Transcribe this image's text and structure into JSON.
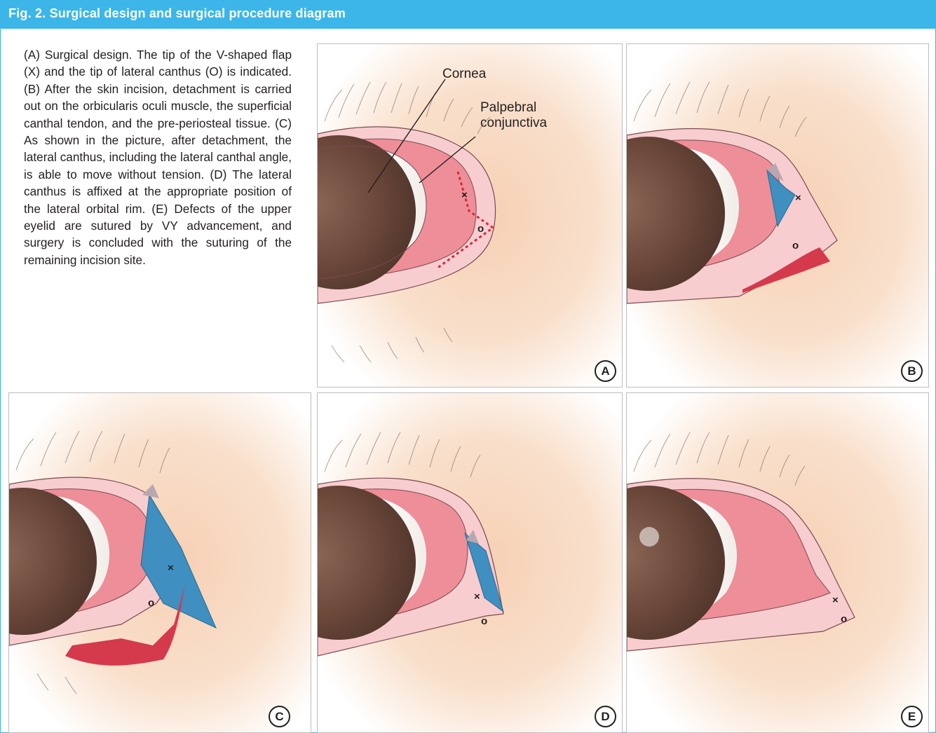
{
  "header": {
    "title": "Fig. 2. Surgical design and surgical procedure diagram"
  },
  "caption": "(A) Surgical design. The tip of the V-shaped flap (X) and the tip of lateral canthus (O) is indicated. (B) After the skin incision, detachment is carried out on the orbicularis oculi muscle, the superficial canthal tendon, and the pre-periosteal tissue. (C) As shown in the picture, after detachment, the lateral canthus, including the lateral canthal angle, is able to move without tension. (D) The lateral canthus is affixed at the appropriate position of the lateral orbital rim. (E) Defects of the upper eyelid are sutured by VY advancement, and surgery is concluded with the suturing of the remaining incision site.",
  "panels": {
    "a": {
      "label": "A",
      "cornea": "Cornea",
      "conj1": "Palpebral",
      "conj2": "conjunctiva",
      "x": "×",
      "o": "o"
    },
    "b": {
      "label": "B",
      "x": "×",
      "o": "o"
    },
    "c": {
      "label": "C",
      "x": "×",
      "o": "o"
    },
    "d": {
      "label": "D",
      "x": "×",
      "o": "o"
    },
    "e": {
      "label": "E",
      "x": "×",
      "o": "o"
    }
  },
  "colors": {
    "header": "#3cb6e8",
    "skin": "#f6d3b8",
    "lid": "#f7cdd0",
    "conjunctiva": "#ee8e98",
    "iris": "#6b4a3c",
    "flap": "#3f8fc0",
    "blood": "#d43a4c",
    "dashed_line": "#d52b3a"
  }
}
